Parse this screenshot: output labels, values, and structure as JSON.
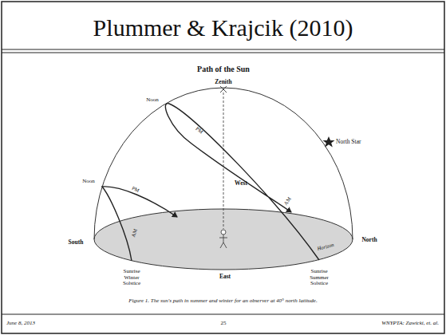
{
  "diagram": {
    "title": "Plummer & Krajcik (2010)",
    "caption": "Figure 1. The sun's path in summer and winter for an observer at 40° north latitude.",
    "labels": [
      "Path of the Sun",
      "Zenith",
      "Noon",
      "PM",
      "North Star",
      "West",
      "Noon",
      "PM",
      "AM",
      "South",
      "AM",
      "North",
      "Horizon",
      "Sunrise Winter Solstice",
      "East",
      "Sunrise Summer Solstice",
      "June 8, 2013",
      "25",
      "WNYPTA: Zawicki, et. al."
    ]
  }
}
